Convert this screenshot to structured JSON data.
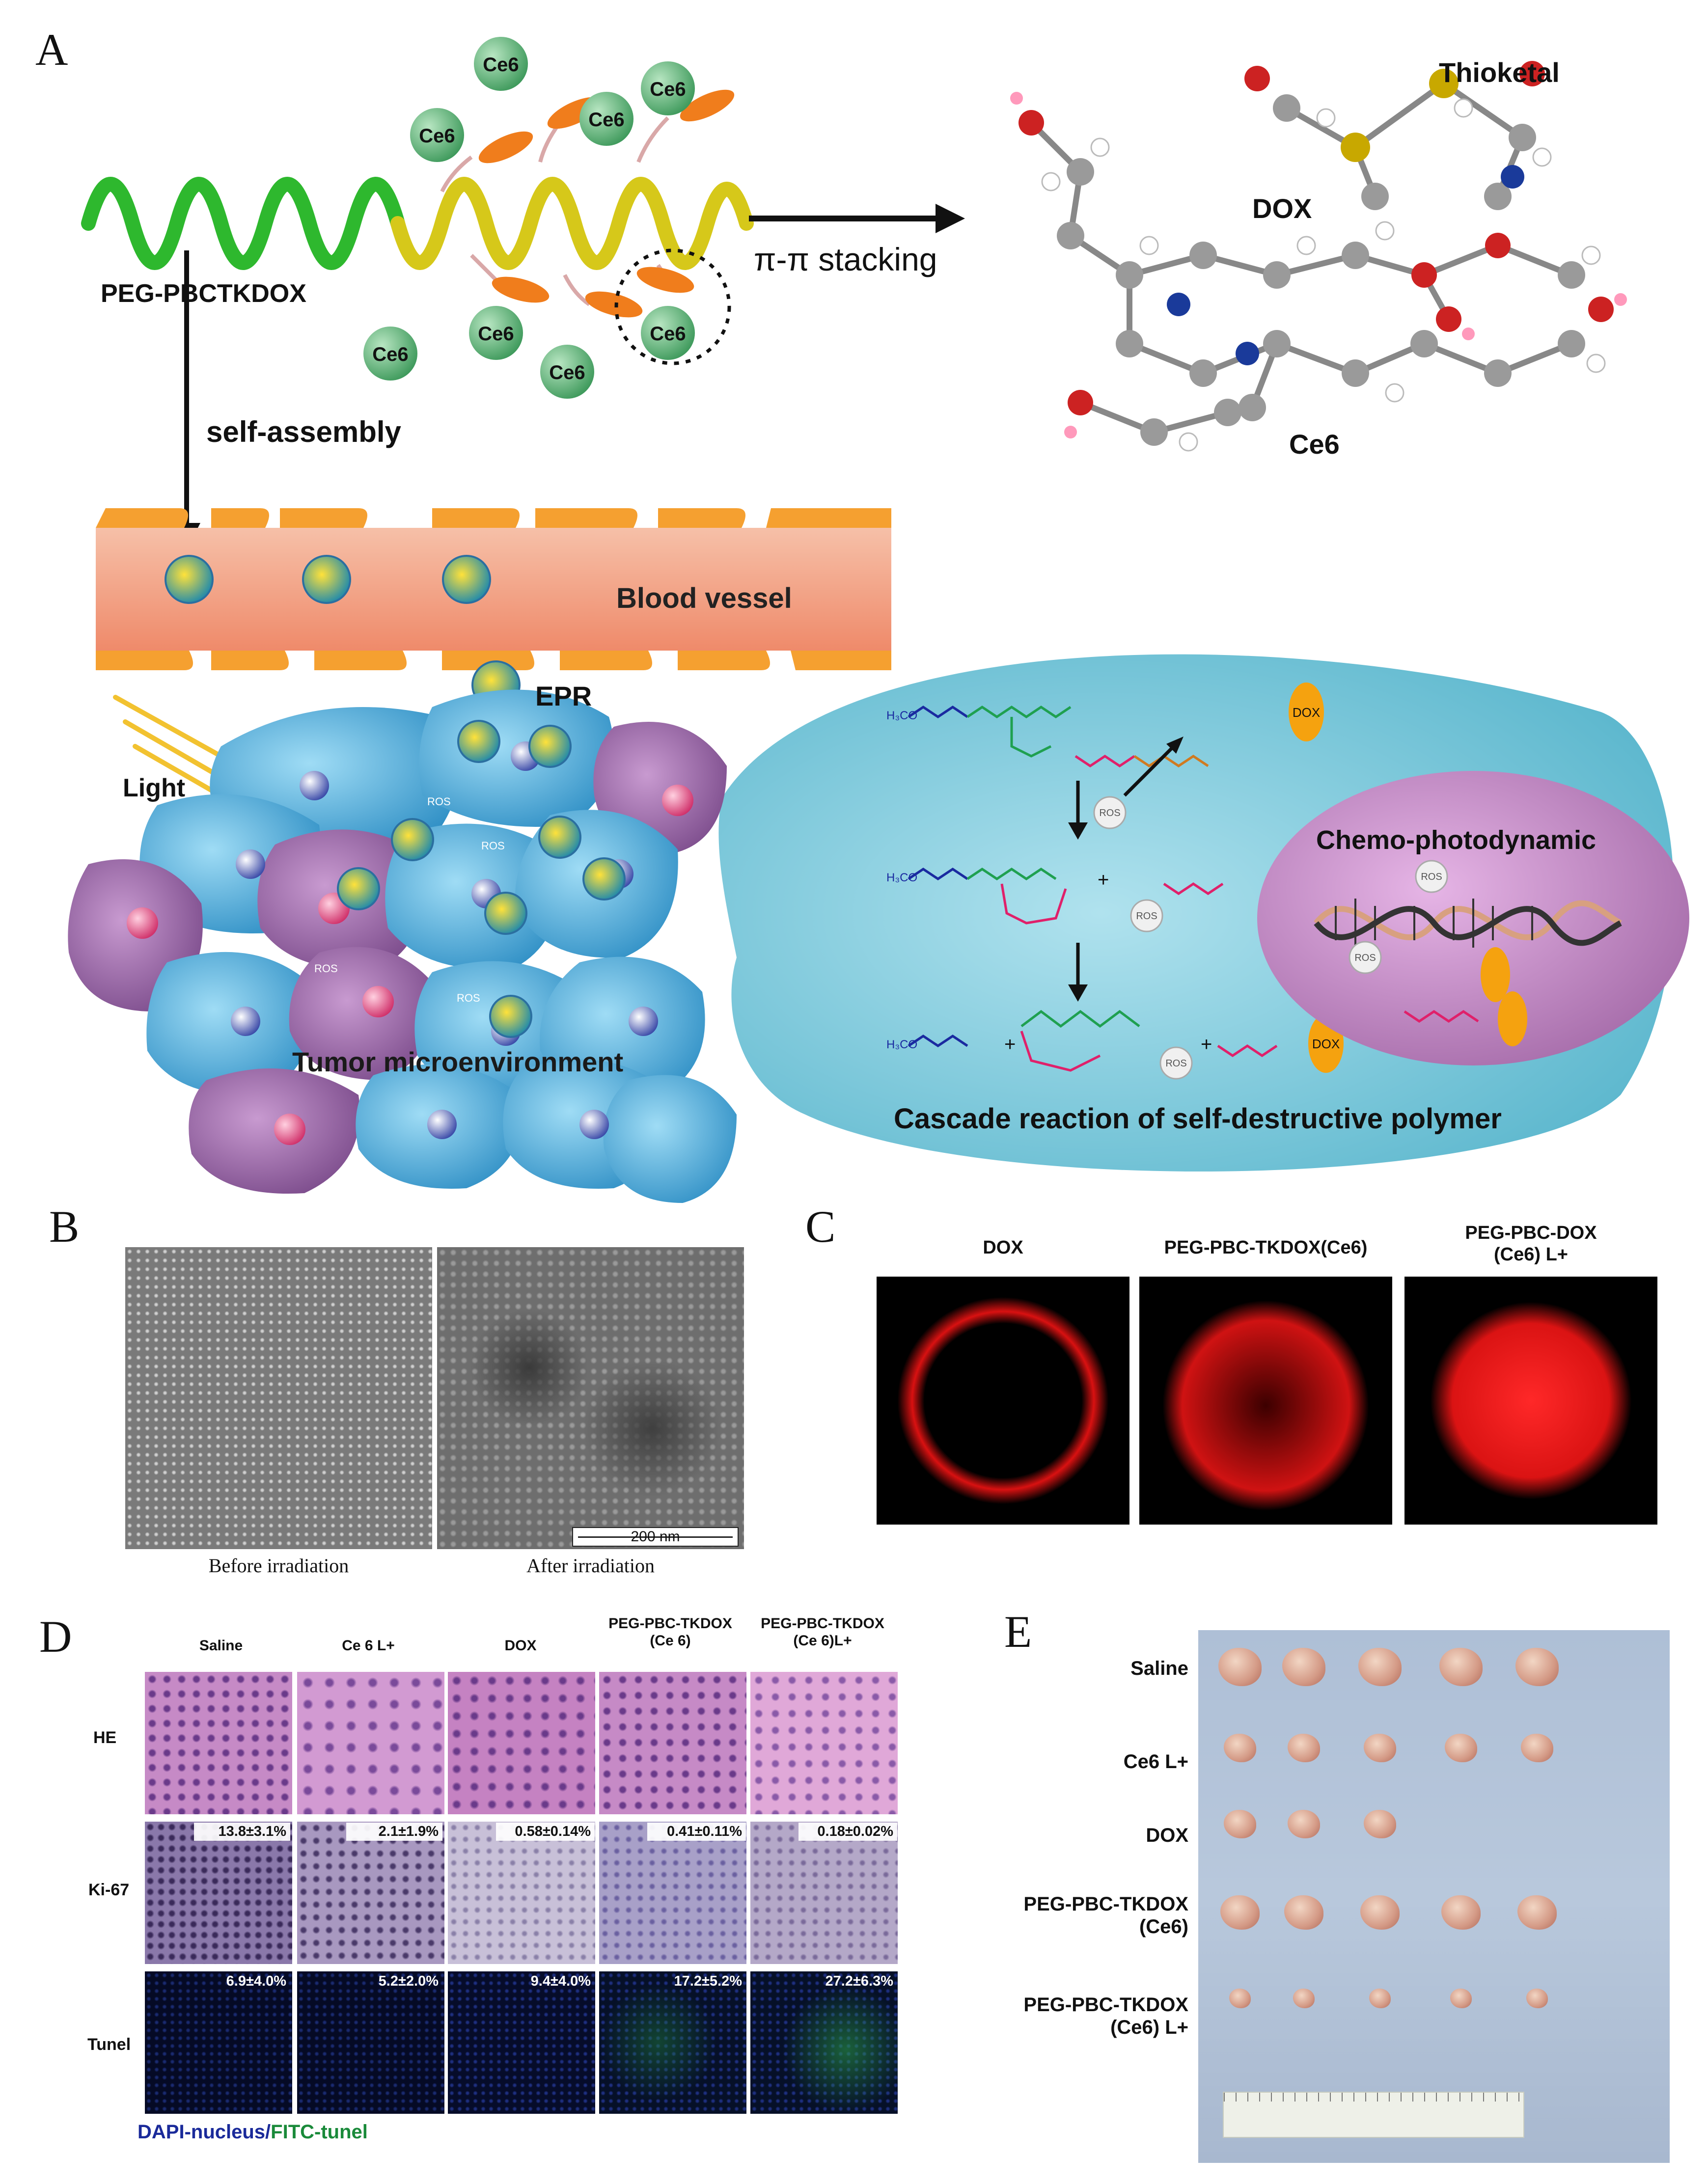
{
  "panel_a": {
    "letter": "A",
    "polymer_label": "PEG-PBCTKDOX",
    "ce6_tag": "Ce6",
    "stacking_label": "π-π stacking",
    "thioketal_label": "Thioketal",
    "dox_label": "DOX",
    "ce6_label": "Ce6",
    "self_assembly_label": "self-assembly",
    "blood_vessel_label": "Blood vessel",
    "epr_label": "EPR",
    "light_label": "Light",
    "ros_tag": "ROS",
    "tumor_label": "Tumor microenvironment",
    "chemo_label": "Chemo-photodynamic",
    "cascade_label": "Cascade reaction of self-destructive polymer",
    "chem_ch3o": "H₃CO",
    "chem_dox": "DOX",
    "chem_plus": "+",
    "colors": {
      "peg": "#2eb82e",
      "pbc": "#d4c80f",
      "dox": "#f08a1c",
      "ce6": "#5cb87a",
      "vessel": "#f3a88a",
      "cell": "#55b4e0",
      "bubble": "#7fc8da",
      "nucleus": "#b882b8"
    }
  },
  "panel_b": {
    "letter": "B",
    "captions": [
      "Before irradiation",
      "After irradiation"
    ],
    "scale_bar": "200 nm"
  },
  "panel_c": {
    "letter": "C",
    "columns": [
      "DOX",
      "PEG-PBC-TKDOX(Ce6)",
      "PEG-PBC-DOX\n(Ce6) L+"
    ]
  },
  "panel_d": {
    "letter": "D",
    "columns": [
      "Saline",
      "Ce 6 L+",
      "DOX",
      "PEG-PBC-TKDOX\n(Ce 6)",
      "PEG-PBC-TKDOX\n(Ce 6)L+"
    ],
    "rows": [
      "HE",
      "Ki-67",
      "Tunel"
    ],
    "ki67_values": [
      "13.8±3.1%",
      "2.1±1.9%",
      "0.58±0.14%",
      "0.41±0.11%",
      "0.18±0.02%"
    ],
    "tunel_values": [
      "6.9±4.0%",
      "5.2±2.0%",
      "9.4±4.0%",
      "17.2±5.2%",
      "27.2±6.3%"
    ],
    "legend_dapi": "DAPI-nucleus",
    "legend_sep": "/",
    "legend_fitc": "FITC-tunel"
  },
  "panel_e": {
    "letter": "E",
    "rows": [
      {
        "label": "Saline",
        "count": 5
      },
      {
        "label": "Ce6 L+",
        "count": 5
      },
      {
        "label": "DOX",
        "count": 3
      },
      {
        "label": "PEG-PBC-TKDOX\n(Ce6)",
        "count": 5
      },
      {
        "label": "PEG-PBC-TKDOX\n(Ce6) L+",
        "count": 5
      }
    ]
  }
}
